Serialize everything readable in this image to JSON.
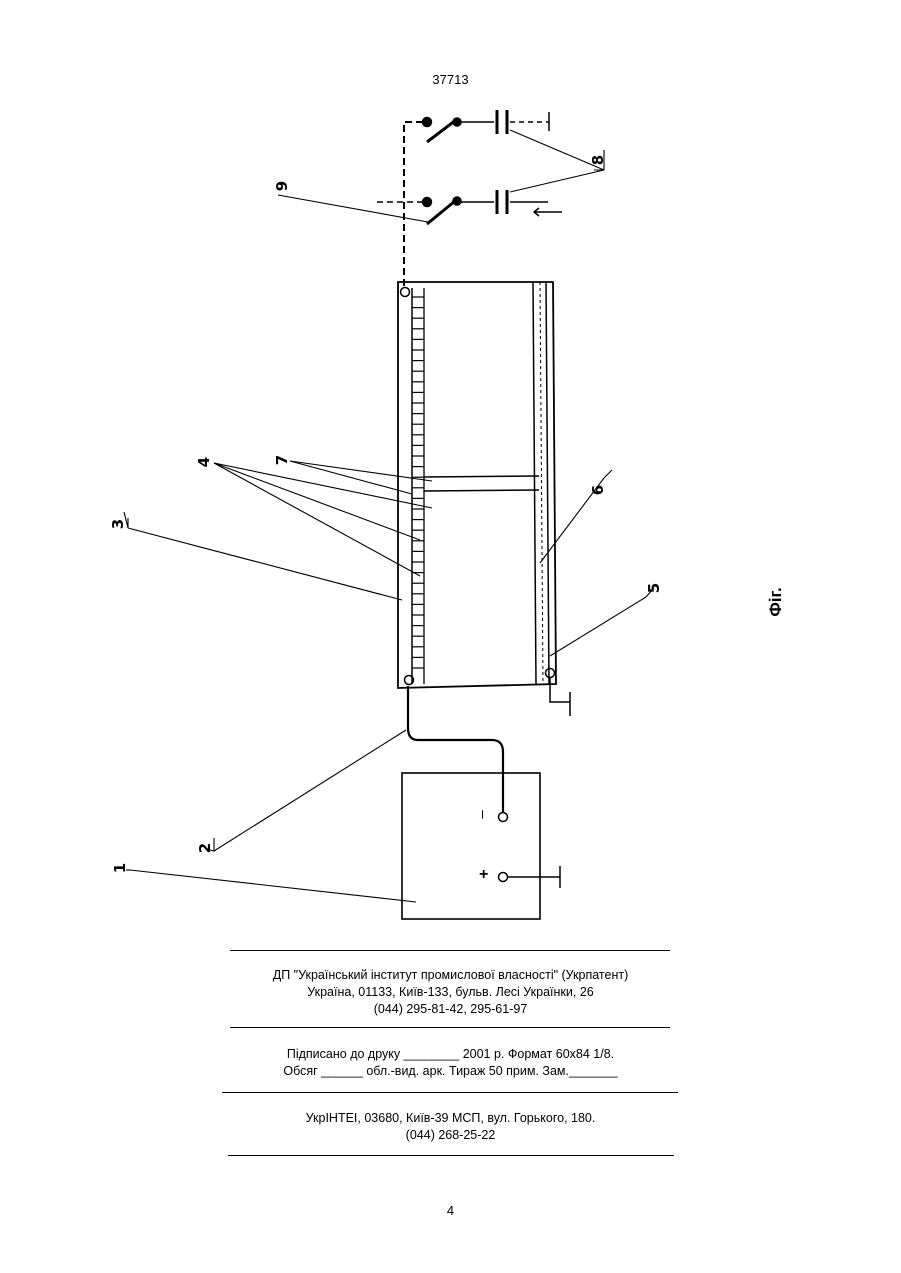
{
  "header": {
    "patent_number": "37713"
  },
  "figure": {
    "caption": "Фіг.",
    "labels": {
      "l1": "1",
      "l2": "2",
      "l3": "3",
      "l4": "4",
      "l5": "5",
      "l6": "6",
      "l7": "7",
      "l8": "8",
      "l9": "9"
    },
    "polarity": {
      "minus": "–",
      "plus": "+"
    }
  },
  "imprint": {
    "publisher_line1": "ДП \"Український інститут промислової власності\" (Укрпатент)",
    "publisher_line2": "Україна, 01133, Київ-133, бульв. Лесі Українки, 26",
    "publisher_line3": "(044) 295-81-42, 295-61-97",
    "sign_line1": "Підписано до друку ________ 2001 р.    Формат 60х84 1/8.",
    "sign_line2": "Обсяг ______ обл.-вид. арк.   Тираж 50 прим.    Зам._______",
    "printer_line1": "УкрІНТЕІ, 03680, Київ-39 МСП, вул. Горького, 180.",
    "printer_line2": "(044) 268-25-22"
  },
  "footer": {
    "page_number": "4"
  }
}
